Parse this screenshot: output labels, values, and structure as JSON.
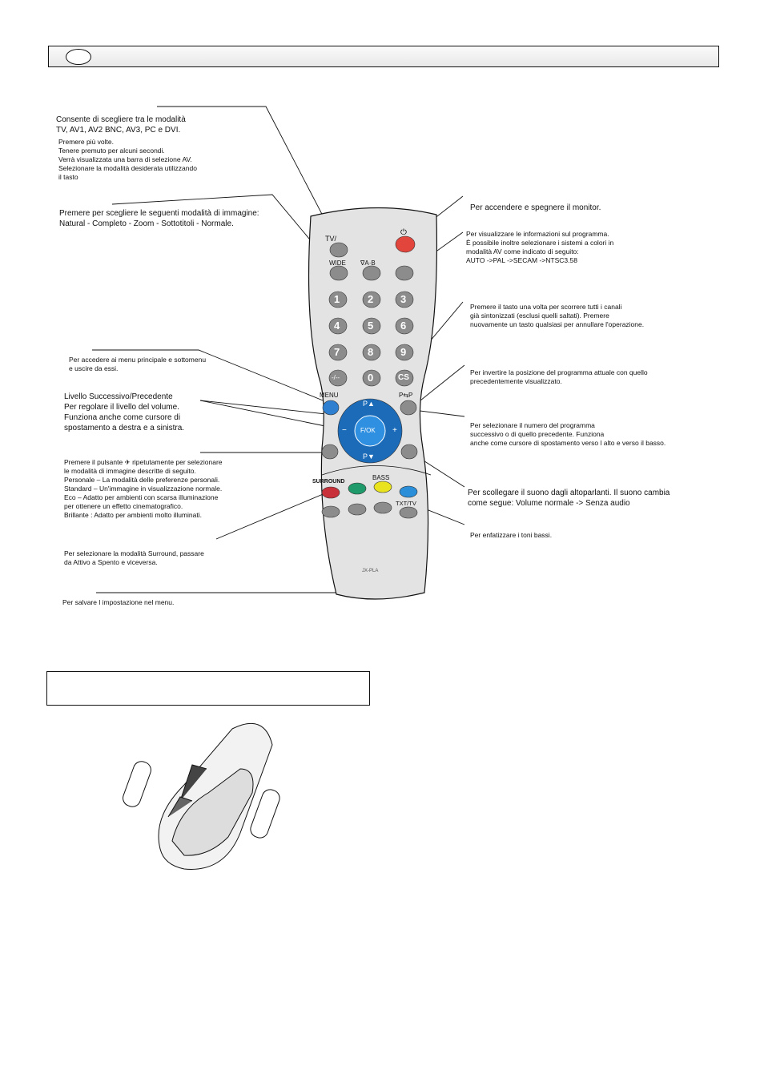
{
  "annotations": {
    "tv_av": {
      "main": "Consente di scegliere tra le modalità\nTV, AV1, AV2 BNC, AV3, PC e DVI.",
      "detail": "Premere più volte.\nTenere premuto per alcuni secondi.\n Verrà visualizzata una barra di selezione AV.\nSelezionare la modalità desiderata utilizzando\n il tasto"
    },
    "wide": "Premere per scegliere le seguenti modalità di immagine:\nNatural - Completo - Zoom - Sottotitoli - Normale.",
    "menu": "Per accedere ai menu principale e sottomenu\ne uscire da essi.",
    "volume": "Livello Successivo/Precedente\nPer regolare il livello del volume.\nFunziona anche come cursore di\nspostamento a destra e a sinistra.",
    "picture_mode": "Premere il pulsante ✈ ripetutamente per selezionare\nle modalità di immagine descritte di seguito.\nPersonale – La modalità delle preferenze personali.\nStandard – Un'immagine in visualizzazione normale.\nEco – Adatto per ambienti con scarsa illuminazione\nper ottenere un effetto cinematografico.\nBrillante : Adatto per ambienti molto illuminati.",
    "surround": "Per selezionare la modalità Surround, passare\nda Attivo a Spento e viceversa.",
    "save": "Per salvare l impostazione nel menu.",
    "power": "Per accendere e spegnere il monitor.",
    "info": "Per visualizzare le informazioni sul programma.\nÈ possibile inoltre selezionare i sistemi a colori in\nmodalità AV come indicato di seguito:\nAUTO ->PAL ->SECAM ->NTSC3.58",
    "cs": "Premere il tasto una volta per scorrere tutti i canali\ngià sintonizzati (esclusi quelli saltati). Premere\nnuovamente un tasto qualsiasi per annullare l'operazione.",
    "swap": "Per invertire la posizione del programma attuale con quello\nprecedentemente visualizzato.",
    "program": "Per selezionare il numero del programma\nsuccessivo o di quello precedente. Funziona\nanche come cursore di spostamento verso l alto e verso il basso.",
    "mute": "Per scollegare il suono dagli altoparlanti. Il suono cambia\ncome segue: Volume normale -> Senza audio",
    "bass": "Per enfatizzare i toni bassi."
  },
  "remote": {
    "labels": {
      "tv": "TV/",
      "wide": "WIDE",
      "ab": "∇A·B",
      "digits": [
        "1",
        "2",
        "3",
        "4",
        "5",
        "6",
        "7",
        "8",
        "9",
        "-/--",
        "0",
        "CS"
      ],
      "menu": "MENU",
      "pp": "P⇆P",
      "p_up": "P▲",
      "p_down": "P▼",
      "ok": "F/OK",
      "minus": "−",
      "plus": "+",
      "surround": "SURROUND",
      "bass": "BASS",
      "txt": "TXT/TV",
      "model": "JX-PLA"
    },
    "colors": {
      "body": "#e3e3e3",
      "button_gray": "#8c8c8c",
      "button_blue": "#2f7fd0",
      "button_red_power": "#e2453c",
      "red": "#c8313a",
      "green": "#1f9a6a",
      "yellow": "#e8e21f",
      "blue": "#2a8ed8"
    }
  }
}
